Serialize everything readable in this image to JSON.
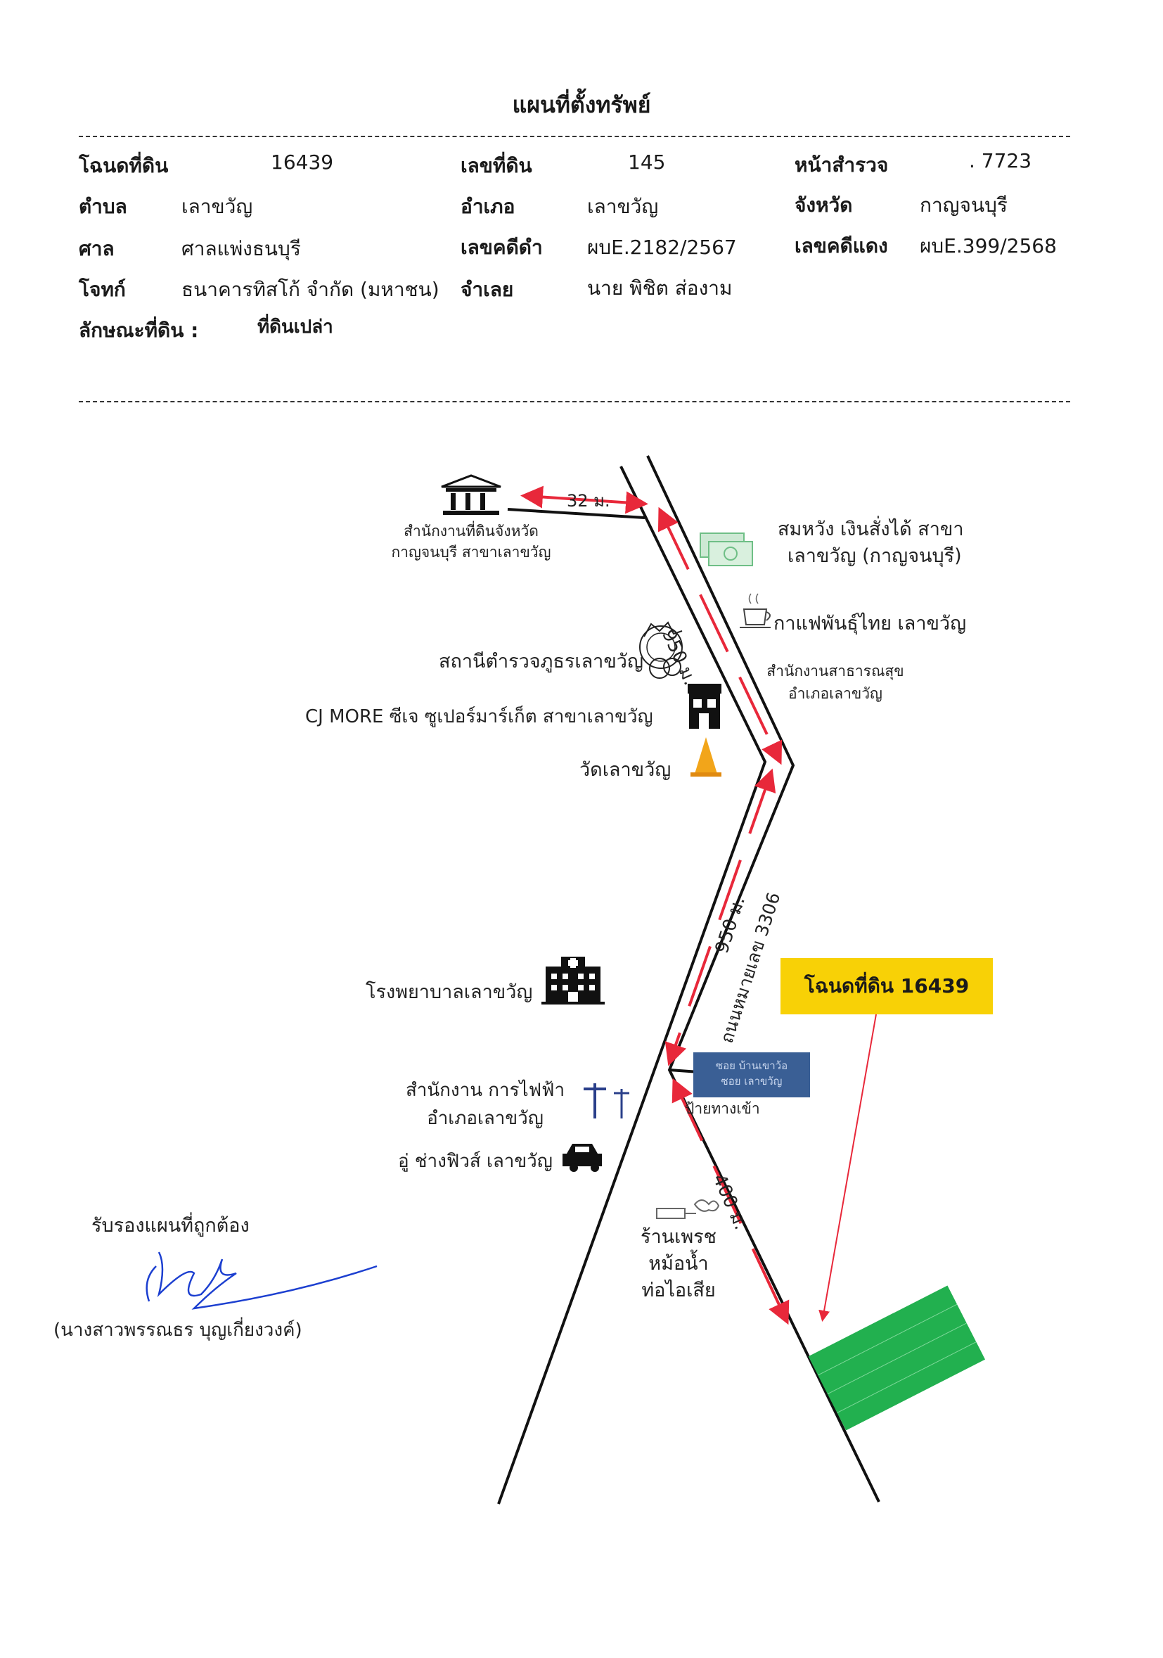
{
  "header": {
    "title": "แผนที่ตั้งทรัพย์"
  },
  "details": {
    "deed_label": "โฉนดที่ดิน",
    "deed_value": "16439",
    "land_no_label": "เลขที่ดิน",
    "land_no_value": "145",
    "survey_label": "หน้าสำรวจ",
    "survey_value": ". 7723",
    "tambon_label": "ตำบล",
    "tambon_value": "เลาขวัญ",
    "amphoe_label": "อำเภอ",
    "amphoe_value": "เลาขวัญ",
    "province_label": "จังหวัด",
    "province_value": "กาญจนบุรี",
    "court_label": "ศาล",
    "court_value": "ศาลแพ่งธนบุรี",
    "black_case_label": "เลขคดีดำ",
    "black_case_value": "ผบE.2182/2567",
    "red_case_label": "เลขคดีแดง",
    "red_case_value": "ผบE.399/2568",
    "plaintiff_label": "โจทก์",
    "plaintiff_value": "ธนาคารทิสโก้ จำกัด (มหาชน)",
    "defendant_label": "จำเลย",
    "defendant_value": "นาย พิชิต ส่องาม",
    "land_type_label": "ลักษณะที่ดิน :",
    "land_type_value": "ที่ดินเปล่า"
  },
  "map": {
    "land_office": [
      "สำนักงานที่ดินจังหวัด",
      "กาญจนบุรี สาขาเลาขวัญ"
    ],
    "dist_32": "32 ม.",
    "dist_950_top": "950 ม.",
    "dist_950_mid": "950 ม.",
    "dist_400": "400 ม.",
    "road_label": "ถนนหมายเลข 3306",
    "bank": [
      "สมหวัง เงินสั่งได้ สาขา",
      "เลาขวัญ (กาญจนบุรี)"
    ],
    "cafe": "กาแฟพันธุ์ไทย เลาขวัญ",
    "police": "สถานีตำรวจภูธรเลาขวัญ",
    "health_office": [
      "สำนักงานสาธารณสุข",
      "อำเภอเลาขวัญ"
    ],
    "cj_more": "CJ MORE ซีเจ ซูเปอร์มาร์เก็ต สาขาเลาขวัญ",
    "temple": "วัดเลาขวัญ",
    "hospital": "โรงพยาบาลเลาขวัญ",
    "deed_box": "โฉนดที่ดิน 16439",
    "electric": [
      "สำนักงาน การไฟฟ้า",
      "อำเภอเลาขวัญ"
    ],
    "entrance_sign_text": [
      "ซอย บ้านเขาว้อ",
      "ซอย เลาขวัญ"
    ],
    "entrance_sign_label": "ป้ายทางเข้า",
    "garage": "อู่ ช่างฟิวส์ เลาขวัญ",
    "shop": [
      "ร้านเพรช",
      "หม้อน้ำ",
      "ท่อไอเสีย"
    ]
  },
  "footer": {
    "certify": "รับรองแผนที่ถูกต้อง",
    "signer": "(นางสาวพรรณธร บุญเกี่ยงวงค์)"
  },
  "colors": {
    "arrow": "#e8283a",
    "land_plot": "#22b04f",
    "deed_box": "#f8d106",
    "signature": "#1c3fd0"
  }
}
